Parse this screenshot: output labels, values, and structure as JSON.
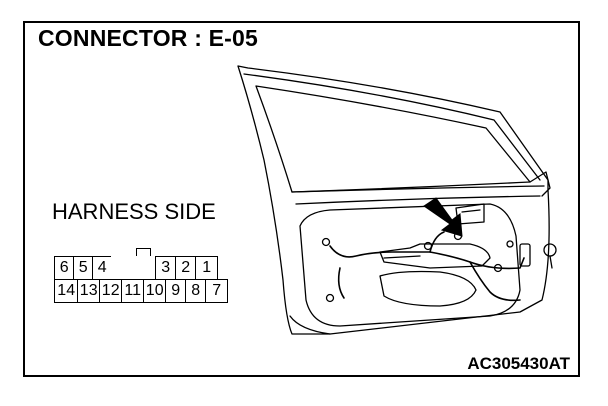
{
  "title": "CONNECTOR : E-05",
  "harness_label": "HARNESS SIDE",
  "figure_code": "AC305430AT",
  "connector": {
    "row_top": [
      "6",
      "5",
      "4",
      "",
      "",
      "3",
      "2",
      "1"
    ],
    "row_bottom": [
      "14",
      "13",
      "12",
      "11",
      "10",
      "9",
      "8",
      "7"
    ]
  },
  "icons": {
    "door": "door-panel-line-drawing",
    "arrow": "pointer-arrow"
  }
}
